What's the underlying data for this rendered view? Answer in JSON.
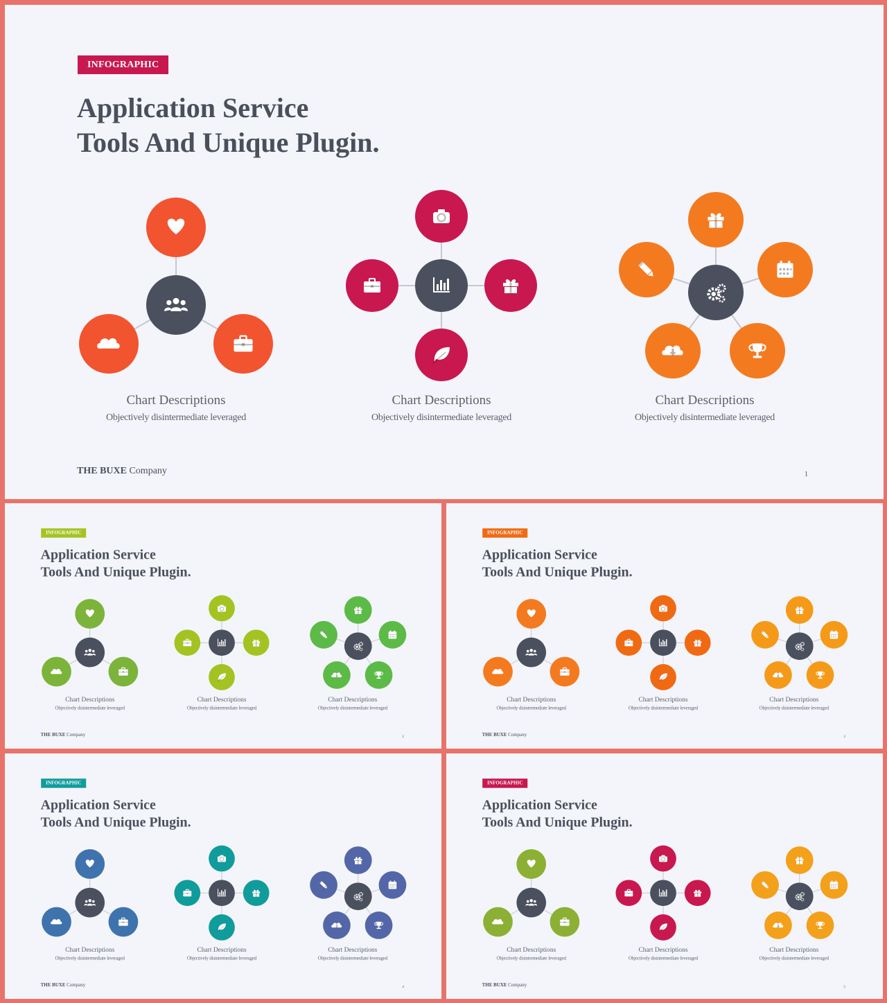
{
  "common": {
    "tag": "INFOGRAPHIC",
    "title_line1": "Application Service",
    "title_line2": "Tools And Unique Plugin.",
    "chart_title": "Chart Descriptions",
    "chart_sub": "Objectively disintermediate leveraged",
    "brand_bold": "THE BUXE",
    "brand_rest": "Company",
    "hub_color": "#4b505e",
    "cluster_icons": [
      {
        "hub": "users-icon",
        "satellites": [
          "heart-icon",
          "cloud-icon",
          "briefcase-icon"
        ]
      },
      {
        "hub": "bar-chart-icon",
        "satellites": [
          "camera-icon",
          "briefcase-icon",
          "gift-icon",
          "leaf-icon"
        ]
      },
      {
        "hub": "gears-icon",
        "satellites": [
          "gift-icon",
          "pencil-icon",
          "calendar-icon",
          "cloud-download-icon",
          "trophy-icon"
        ]
      }
    ]
  },
  "slides": [
    {
      "page": "1",
      "tag_color": "#c8184f",
      "cluster_colors": [
        "#f1542f",
        "#c8184f",
        "#f47a20"
      ]
    },
    {
      "page": "2",
      "tag_color": "#a4c322",
      "cluster_colors": [
        "#7cb33a",
        "#a4c322",
        "#5cba47"
      ]
    },
    {
      "page": "3",
      "tag_color": "#f06a14",
      "cluster_colors": [
        "#f47a20",
        "#f06a14",
        "#f59a18"
      ]
    },
    {
      "page": "4",
      "tag_color": "#119c9c",
      "cluster_colors": [
        "#3f73ad",
        "#119c9c",
        "#5366a8"
      ]
    },
    {
      "page": "5",
      "tag_color": "#c8184f",
      "cluster_colors": [
        "#8cb034",
        "#c8184f",
        "#f3a01b"
      ]
    }
  ]
}
